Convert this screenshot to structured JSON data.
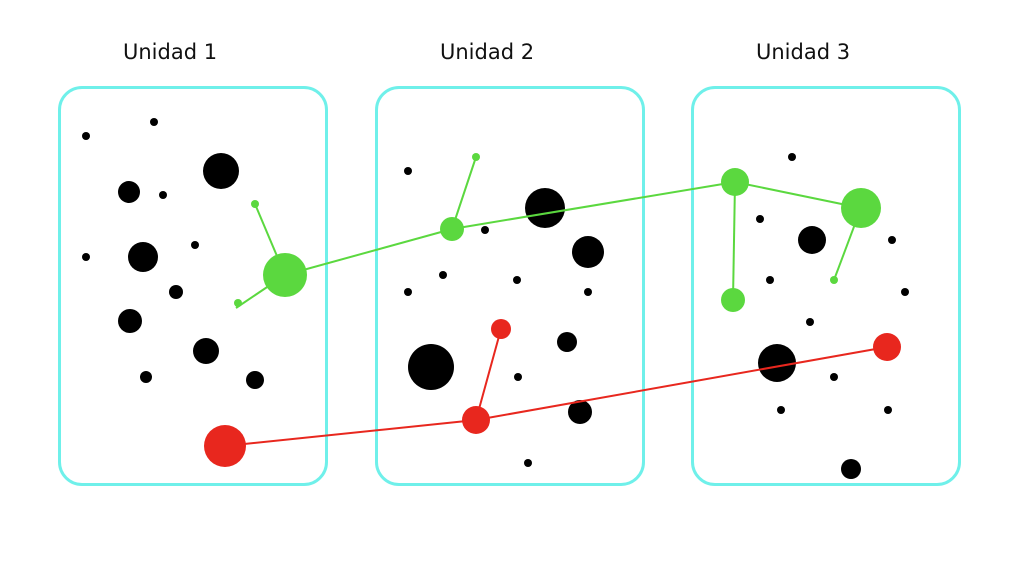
{
  "units": [
    {
      "title": "Unidad 1"
    },
    {
      "title": "Unidad 2"
    },
    {
      "title": "Unidad 3"
    }
  ],
  "colors": {
    "frame": "#6ff0ea",
    "green_path": "#5bd83f",
    "red_path": "#e8271e",
    "background_node": "#000000"
  }
}
